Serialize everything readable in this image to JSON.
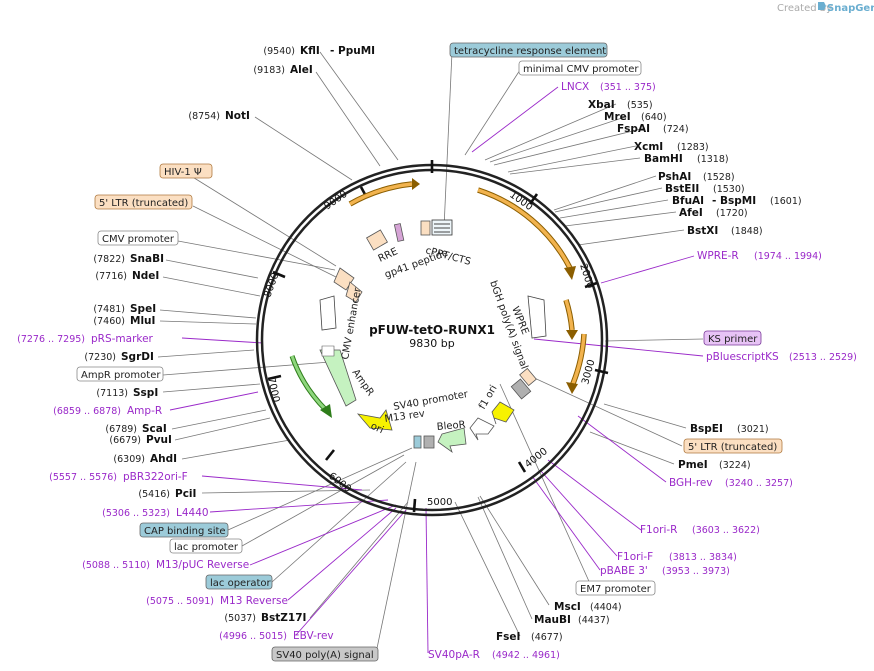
{
  "header": {
    "created_by": "Created by",
    "brand": "SnapGene"
  },
  "plasmid": {
    "name": "pFUW-tetO-RUNX1",
    "size_label": "9830 bp"
  },
  "ticks": [
    "1000",
    "2000",
    "3000",
    "4000",
    "5000",
    "6000",
    "7000",
    "8000",
    "9000"
  ],
  "features": {
    "tre": "tetracycline response element",
    "min_cmv": "minimal CMV promoter",
    "hiv1": "HIV-1 Ψ",
    "ltr5_top": "5' LTR (truncated)",
    "cmv_promoter": "CMV promoter",
    "ks_primer": "KS primer",
    "ltr5_right": "5' LTR (truncated)",
    "ampr_promoter": "AmpR promoter",
    "cap": "CAP binding site",
    "lac_promoter": "lac promoter",
    "lac_operator": "lac operator",
    "em7": "EM7 promoter",
    "sv40pa": "SV40 poly(A) signal"
  },
  "inner_labels": {
    "rre": "RRE",
    "gp41": "gp41 peptide",
    "cppt": "cPPT/CTS",
    "wpre": "WPRE",
    "bgh": "bGH poly(A) signal",
    "cmv_enh": "CMV enhancer",
    "ampr": "AmpR",
    "ori": "ori",
    "sv40_promoter": "SV40 promoter",
    "m13rev": "M13 rev",
    "bleor": "BleoR",
    "f1ori": "f1 ori"
  },
  "enzymes": {
    "kfi": {
      "pos": "(9540)",
      "name": "KflI",
      "name2": "- PpuMI"
    },
    "ale": {
      "pos": "(9183)",
      "name": "AleI"
    },
    "not": {
      "pos": "(8754)",
      "name": "NotI"
    },
    "sna": {
      "pos": "(7822)",
      "name": "SnaBI"
    },
    "nde": {
      "pos": "(7716)",
      "name": "NdeI"
    },
    "spe": {
      "pos": "(7481)",
      "name": "SpeI"
    },
    "mlu": {
      "pos": "(7460)",
      "name": "MluI"
    },
    "sgr": {
      "pos": "(7230)",
      "name": "SgrDI"
    },
    "ssp": {
      "pos": "(7113)",
      "name": "SspI"
    },
    "sca": {
      "pos": "(6789)",
      "name": "ScaI"
    },
    "pvu": {
      "pos": "(6679)",
      "name": "PvuI"
    },
    "ahd": {
      "pos": "(6309)",
      "name": "AhdI"
    },
    "pci": {
      "pos": "(5416)",
      "name": "PciI"
    },
    "bst17": {
      "pos": "(5037)",
      "name": "BstZ17I"
    },
    "xba": {
      "name": "XbaI",
      "pos": "(535)"
    },
    "mre": {
      "name": "MreI",
      "pos": "(640)"
    },
    "fsp": {
      "name": "FspAI",
      "pos": "(724)"
    },
    "xcm": {
      "name": "XcmI",
      "pos": "(1283)"
    },
    "bam": {
      "name": "BamHI",
      "pos": "(1318)"
    },
    "psh": {
      "name": "PshAI",
      "pos": "(1528)"
    },
    "bste": {
      "name": "BstEII",
      "pos": "(1530)"
    },
    "bfu": {
      "name": "BfuAI",
      "name2": "- BspMI",
      "pos": "(1601)"
    },
    "afe": {
      "name": "AfeI",
      "pos": "(1720)"
    },
    "bstx": {
      "name": "BstXI",
      "pos": "(1848)"
    },
    "bspe": {
      "name": "BspEI",
      "pos": "(3021)"
    },
    "pme": {
      "name": "PmeI",
      "pos": "(3224)"
    },
    "msc": {
      "name": "MscI",
      "pos": "(4404)"
    },
    "mau": {
      "name": "MauBI",
      "pos": "(4437)"
    },
    "fse": {
      "name": "FseI",
      "pos": "(4677)"
    }
  },
  "primers": {
    "lncx": {
      "name": "LNCX",
      "range": "(351 .. 375)"
    },
    "wpre_r": {
      "name": "WPRE-R",
      "range": "(1974 .. 1994)"
    },
    "pbks": {
      "name": "pBluescriptKS",
      "range": "(2513 .. 2529)"
    },
    "bgh_rev": {
      "name": "BGH-rev",
      "range": "(3240 .. 3257)"
    },
    "f1ori_r": {
      "name": "F1ori-R",
      "range": "(3603 .. 3622)"
    },
    "f1ori_f": {
      "name": "F1ori-F",
      "range": "(3813 .. 3834)"
    },
    "pbabe": {
      "name": "pBABE 3'",
      "range": "(3953 .. 3973)"
    },
    "prs": {
      "range": "(7276 .. 7295)",
      "name": "pRS-marker"
    },
    "ampr": {
      "range": "(6859 .. 6878)",
      "name": "Amp-R"
    },
    "pbr": {
      "range": "(5557 .. 5576)",
      "name": "pBR322ori-F"
    },
    "l4440": {
      "range": "(5306 .. 5323)",
      "name": "L4440"
    },
    "m13puc": {
      "range": "(5088 .. 5110)",
      "name": "M13/pUC Reverse"
    },
    "m13r": {
      "range": "(5075 .. 5091)",
      "name": "M13 Reverse"
    },
    "ebv": {
      "range": "(4996 .. 5015)",
      "name": "EBV-rev"
    },
    "sv40pa": {
      "name": "SV40pA-R",
      "range": "(4942 .. 4961)"
    }
  },
  "colors": {
    "primer": "#9a29c9",
    "blue_box": "#9ccbd9",
    "orange_box": "#fbdfc2",
    "purple_box": "#e7c3f5",
    "gray_box": "#c8c8c8",
    "orange_arrow": "#f2b34e",
    "green_arrow": "#c5f2c0",
    "yellow_arrow": "#f7f200"
  }
}
